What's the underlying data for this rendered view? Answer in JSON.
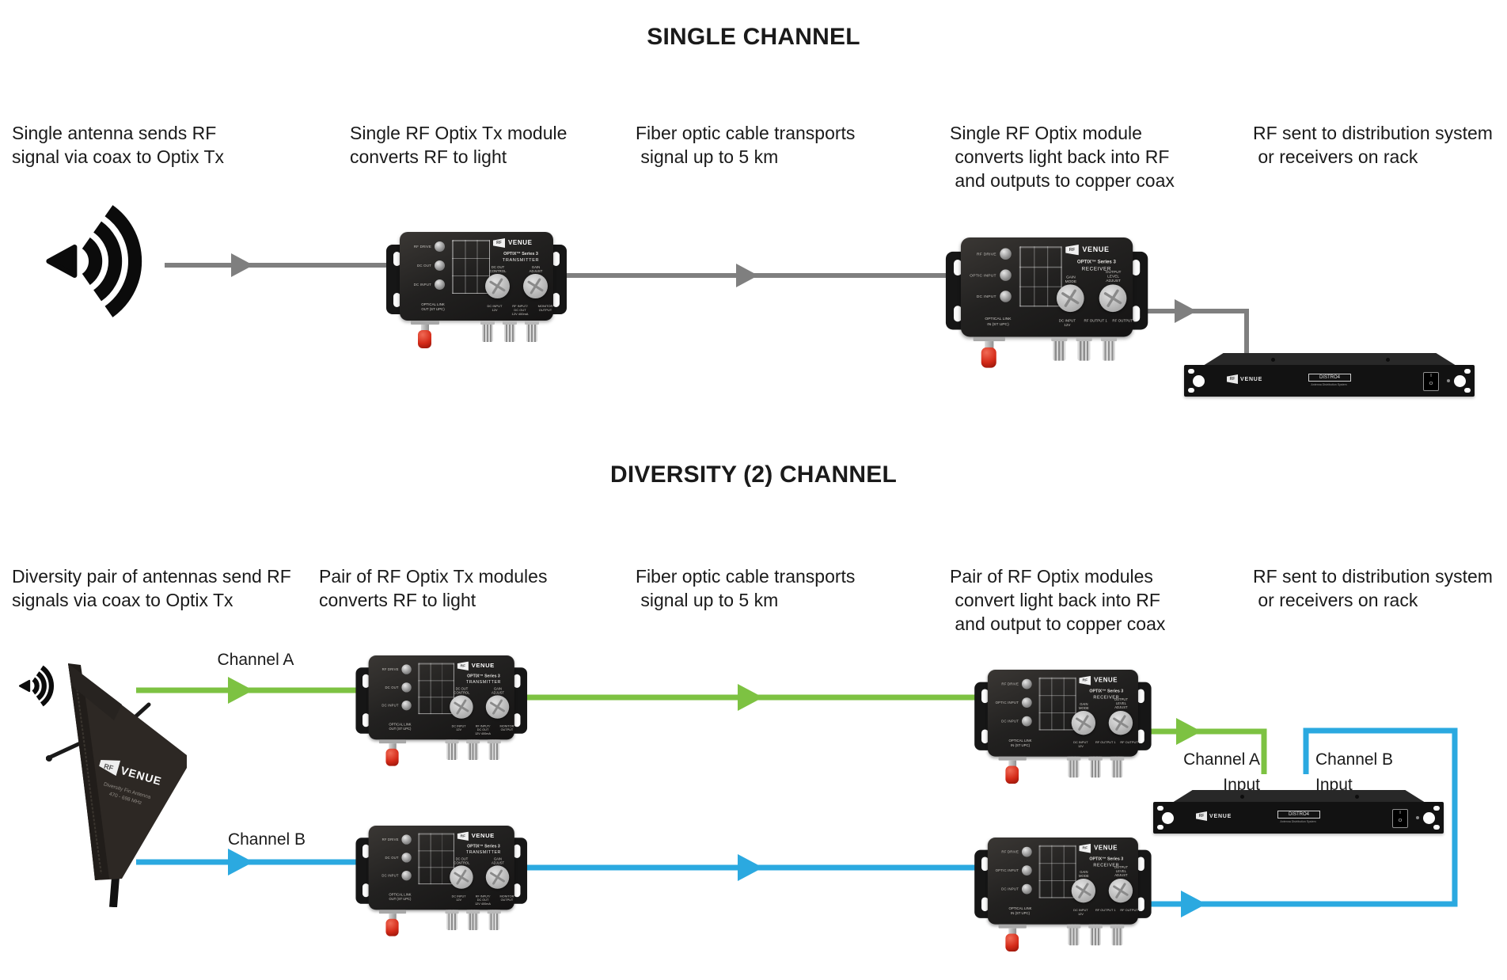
{
  "colors": {
    "gray": "#7f7f7f",
    "green": "#7dc242",
    "blue": "#2ba9e0",
    "text": "#1a1a1a"
  },
  "titles": {
    "single": "SINGLE CHANNEL",
    "diversity": "DIVERSITY (2) CHANNEL"
  },
  "single": {
    "captions": [
      "Single antenna sends RF\nsignal via coax to Optix Tx",
      "Single RF Optix Tx module\nconverts RF to light",
      "Fiber optic cable transports\n signal up to 5 km",
      "Single RF Optix module\n converts light back into RF\n and outputs to copper coax",
      "RF sent to distribution system\n or receivers on rack"
    ]
  },
  "diversity": {
    "captions": [
      "Diversity pair of antennas send RF\nsignals via coax to Optix Tx",
      "Pair of RF Optix Tx modules\nconverts RF to light",
      "Fiber optic cable transports\n signal up to 5 km",
      "Pair of RF Optix modules\n convert light back into RF\n and output to copper coax",
      "RF sent to distribution system\n or receivers on rack"
    ],
    "channel_a": "Channel A",
    "channel_b": "Channel B",
    "channel_a_input": "Channel A\nInput",
    "channel_b_input": "Channel B\nInput"
  },
  "devices": {
    "tx": {
      "brand_mark": "RF",
      "brand_name": "VENUE",
      "model": "OPTIX™ Series 3",
      "role": "TRANSMITTER",
      "leds": [
        "RF DRIVE",
        "DC OUT",
        "DC INPUT"
      ],
      "optical": "OPTICAL LINK\nOUT (ST UPC)",
      "knob1": "DC OUT\nCONTROL",
      "knob2": "GAIN\nADJUST",
      "ports": [
        "DC INPUT\n12V",
        "RF INPUT/\nDC OUT\n12V 400mA",
        "MONITOR\nOUTPUT"
      ]
    },
    "rx": {
      "brand_mark": "RF",
      "brand_name": "VENUE",
      "model": "OPTIX™ Series 3",
      "role": "RECEIVER",
      "leds": [
        "RF DRIVE",
        "OPTIC INPUT",
        "DC INPUT"
      ],
      "optical": "OPTICAL LINK\nIN (ST UPC)",
      "knob1": "GAIN\nMODE",
      "knob2": "OUTPUT\nLEVEL\nADJUST",
      "ports": [
        "DC INPUT\n12V",
        "RF OUTPUT 1",
        "RF OUTPUT 2"
      ]
    },
    "rack": {
      "brand_mark": "RF",
      "brand_name": "VENUE",
      "badge": "DISTRO4",
      "subtitle": "Antenna Distribution System",
      "power_on": "I",
      "power_off": "O"
    },
    "antenna": {
      "brand_mark": "RF",
      "brand_name": "VENUE",
      "line1": "Diversity Fin Antenna",
      "line2": "470 - 698 MHz"
    }
  }
}
